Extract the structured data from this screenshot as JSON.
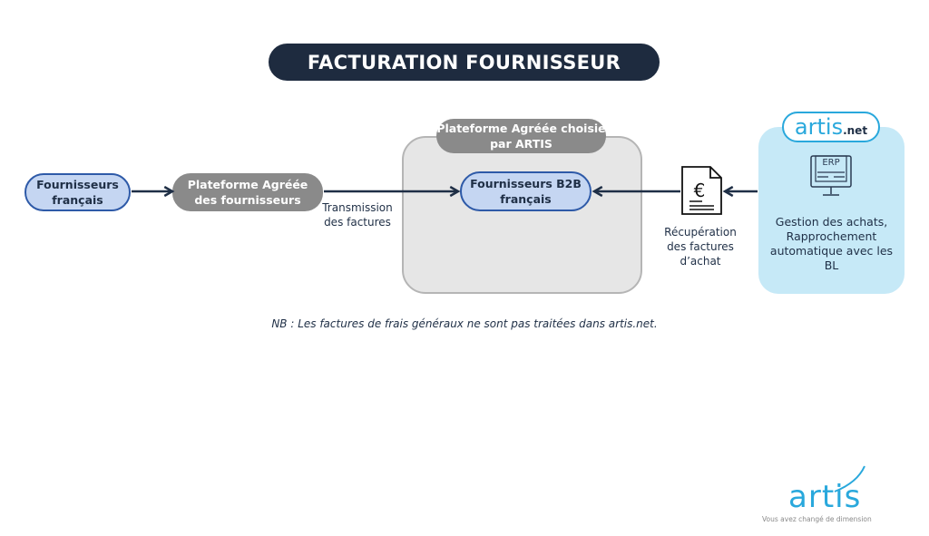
{
  "title": "FACTURATION FOURNISSEUR",
  "nodes": {
    "fournisseurs_francais": "Fournisseurs\nfrançais",
    "pa_fournisseurs": "Plateforme Agréée\ndes fournisseurs",
    "pa_artis": "Plateforme Agréée choisie\npar ARTIS",
    "b2b": "Fournisseurs B2B\nfrançais",
    "artis_net": {
      "brand": "artis",
      "suffix": ".net"
    },
    "erp_label": "ERP",
    "erp_text": "Gestion des achats,\nRapprochement\nautomatique avec les\nBL"
  },
  "edges": {
    "transmission": "Transmission\ndes factures",
    "recuperation": "Récupération\ndes factures\nd’achat"
  },
  "icons": {
    "document": "euro-invoice-icon",
    "erp": "erp-monitor-icon"
  },
  "note": "NB : Les factures de frais généraux ne sont pas traitées dans artis.net.",
  "logo": {
    "brand": "artis",
    "tagline": "Vous avez changé de dimension"
  },
  "colors": {
    "navy": "#1e2b3f",
    "blue_fill": "#c5d6f2",
    "blue_border": "#2e5aa8",
    "gray": "#8a8a8a",
    "artis_blue": "#29a8dc"
  }
}
